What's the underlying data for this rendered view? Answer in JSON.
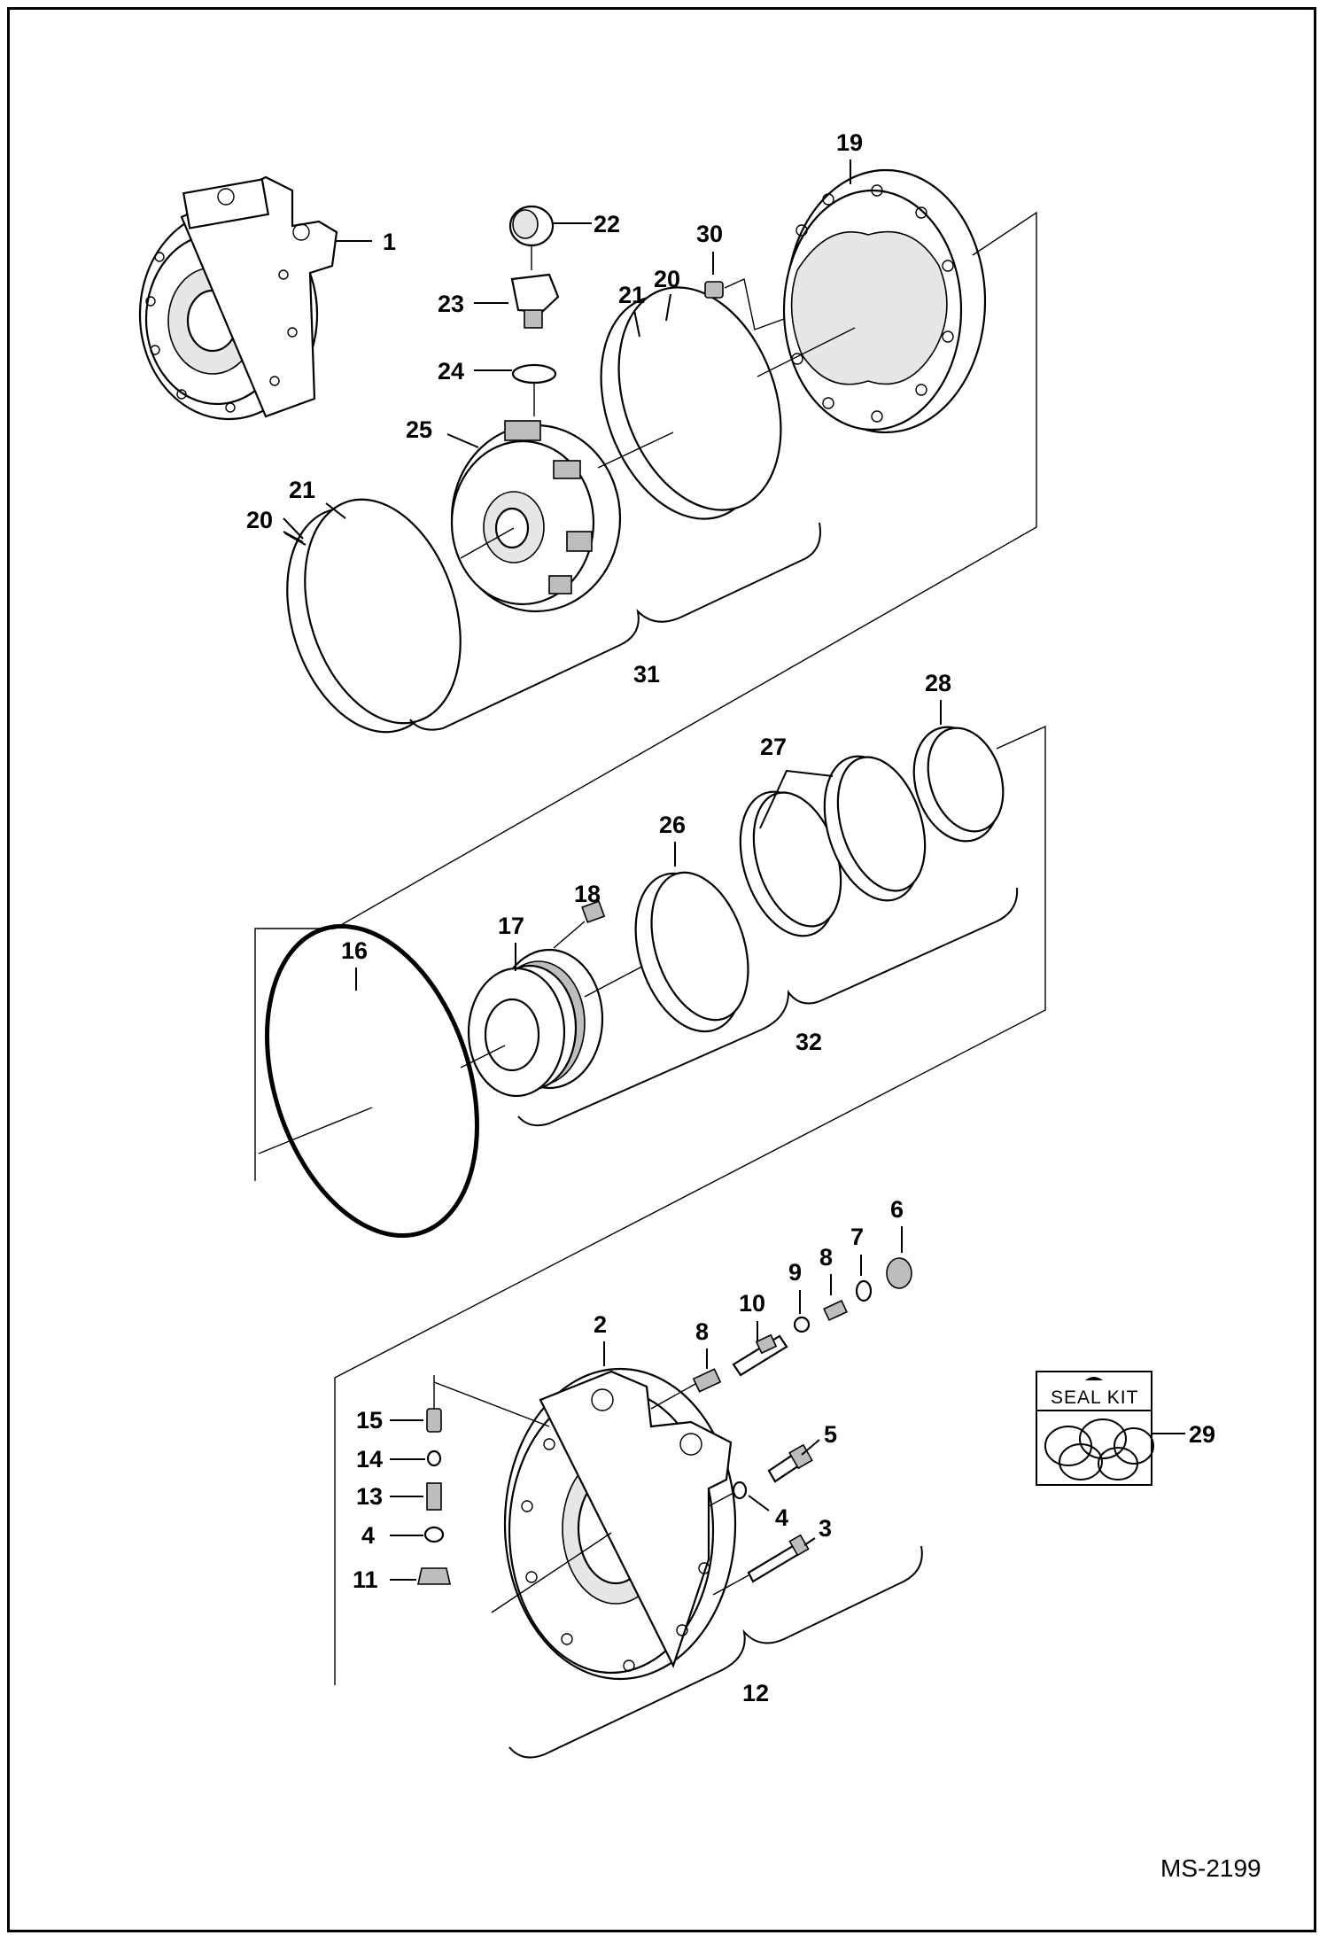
{
  "drawing_ref": "MS-2199",
  "callouts": {
    "c1": "1",
    "c2": "2",
    "c3": "3",
    "c4a": "4",
    "c4b": "4",
    "c5": "5",
    "c6": "6",
    "c7": "7",
    "c8a": "8",
    "c8b": "8",
    "c9": "9",
    "c10": "10",
    "c11": "11",
    "c12": "12",
    "c13": "13",
    "c14": "14",
    "c15": "15",
    "c16": "16",
    "c17": "17",
    "c18": "18",
    "c19": "19",
    "c20a": "20",
    "c20b": "20",
    "c21a": "21",
    "c21b": "21",
    "c22": "22",
    "c23": "23",
    "c24": "24",
    "c25": "25",
    "c26": "26",
    "c27": "27",
    "c28": "28",
    "c29": "29",
    "c30": "30",
    "c31": "31",
    "c32": "32"
  },
  "seal_kit": {
    "label": "SEAL KIT"
  }
}
